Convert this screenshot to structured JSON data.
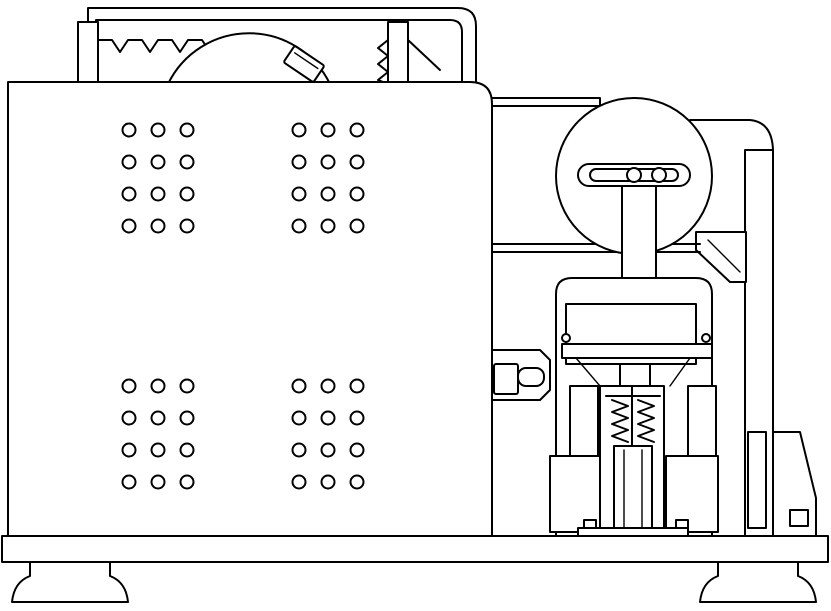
{
  "colors": {
    "line": "#000000",
    "paper": "#ffffff"
  },
  "panel_holes": {
    "groups": 4,
    "rows_per_group": 4,
    "cols_per_group": 3
  }
}
